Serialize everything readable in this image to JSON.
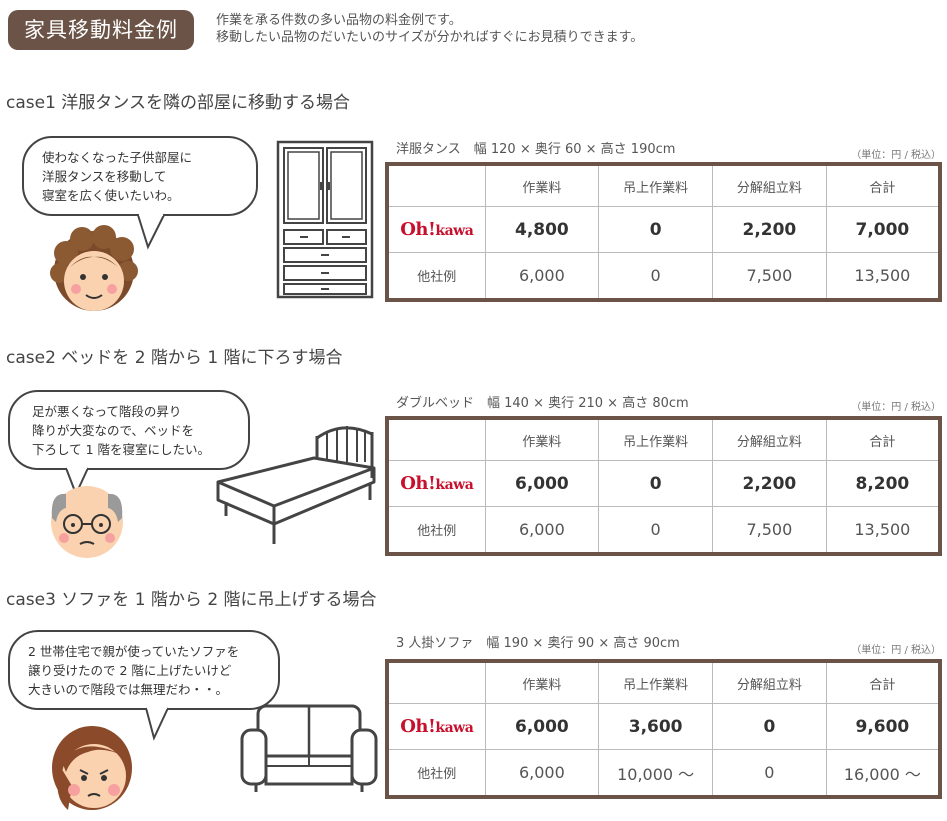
{
  "header": {
    "badge": "家具移動料金例",
    "line1": "作業を承る件数の多い品物の料金例です。",
    "line2": "移動したい品物のだいたいのサイズが分かればすぐにお見積りできます。"
  },
  "columns": [
    "",
    "作業料",
    "吊上作業料",
    "分解組立料",
    "合計"
  ],
  "unit_note": "（単位：円 / 税込）",
  "logo": {
    "main": "Oh!",
    "sub": "kawa"
  },
  "cases": [
    {
      "title": "case1 洋服タンスを隣の部屋に移動する場合",
      "bubble": [
        "使わなくなった子供部屋に",
        "洋服タンスを移動して",
        "寝室を広く使いたいわ。"
      ],
      "spec": "洋服タンス　幅 120 × 奥行 60 × 高さ 190cm",
      "ohkawa": [
        "4,800",
        "0",
        "2,200",
        "7,000"
      ],
      "other_label": "他社例",
      "other": [
        "6,000",
        "0",
        "7,500",
        "13,500"
      ]
    },
    {
      "title": "case2 ベッドを 2 階から 1 階に下ろす場合",
      "bubble": [
        "足が悪くなって階段の昇り",
        "降りが大変なので、ベッドを",
        "下ろして 1 階を寝室にしたい。"
      ],
      "spec": "ダブルベッド　幅 140 × 奥行 210 × 高さ 80cm",
      "ohkawa": [
        "6,000",
        "0",
        "2,200",
        "8,200"
      ],
      "other_label": "他社例",
      "other": [
        "6,000",
        "0",
        "7,500",
        "13,500"
      ]
    },
    {
      "title": "case3 ソファを 1 階から 2 階に吊上げする場合",
      "bubble": [
        "2 世帯住宅で親が使っていたソファを",
        "譲り受けたので 2 階に上げたいけど",
        "大きいので階段では無理だわ・・。"
      ],
      "spec": "3 人掛ソファ　幅 190 × 奥行 90 × 高さ 90cm",
      "ohkawa": [
        "6,000",
        "3,600",
        "0",
        "9,600"
      ],
      "other_label": "他社例",
      "other": [
        "6,000",
        "10,000 〜",
        "0",
        "16,000 〜"
      ]
    }
  ]
}
